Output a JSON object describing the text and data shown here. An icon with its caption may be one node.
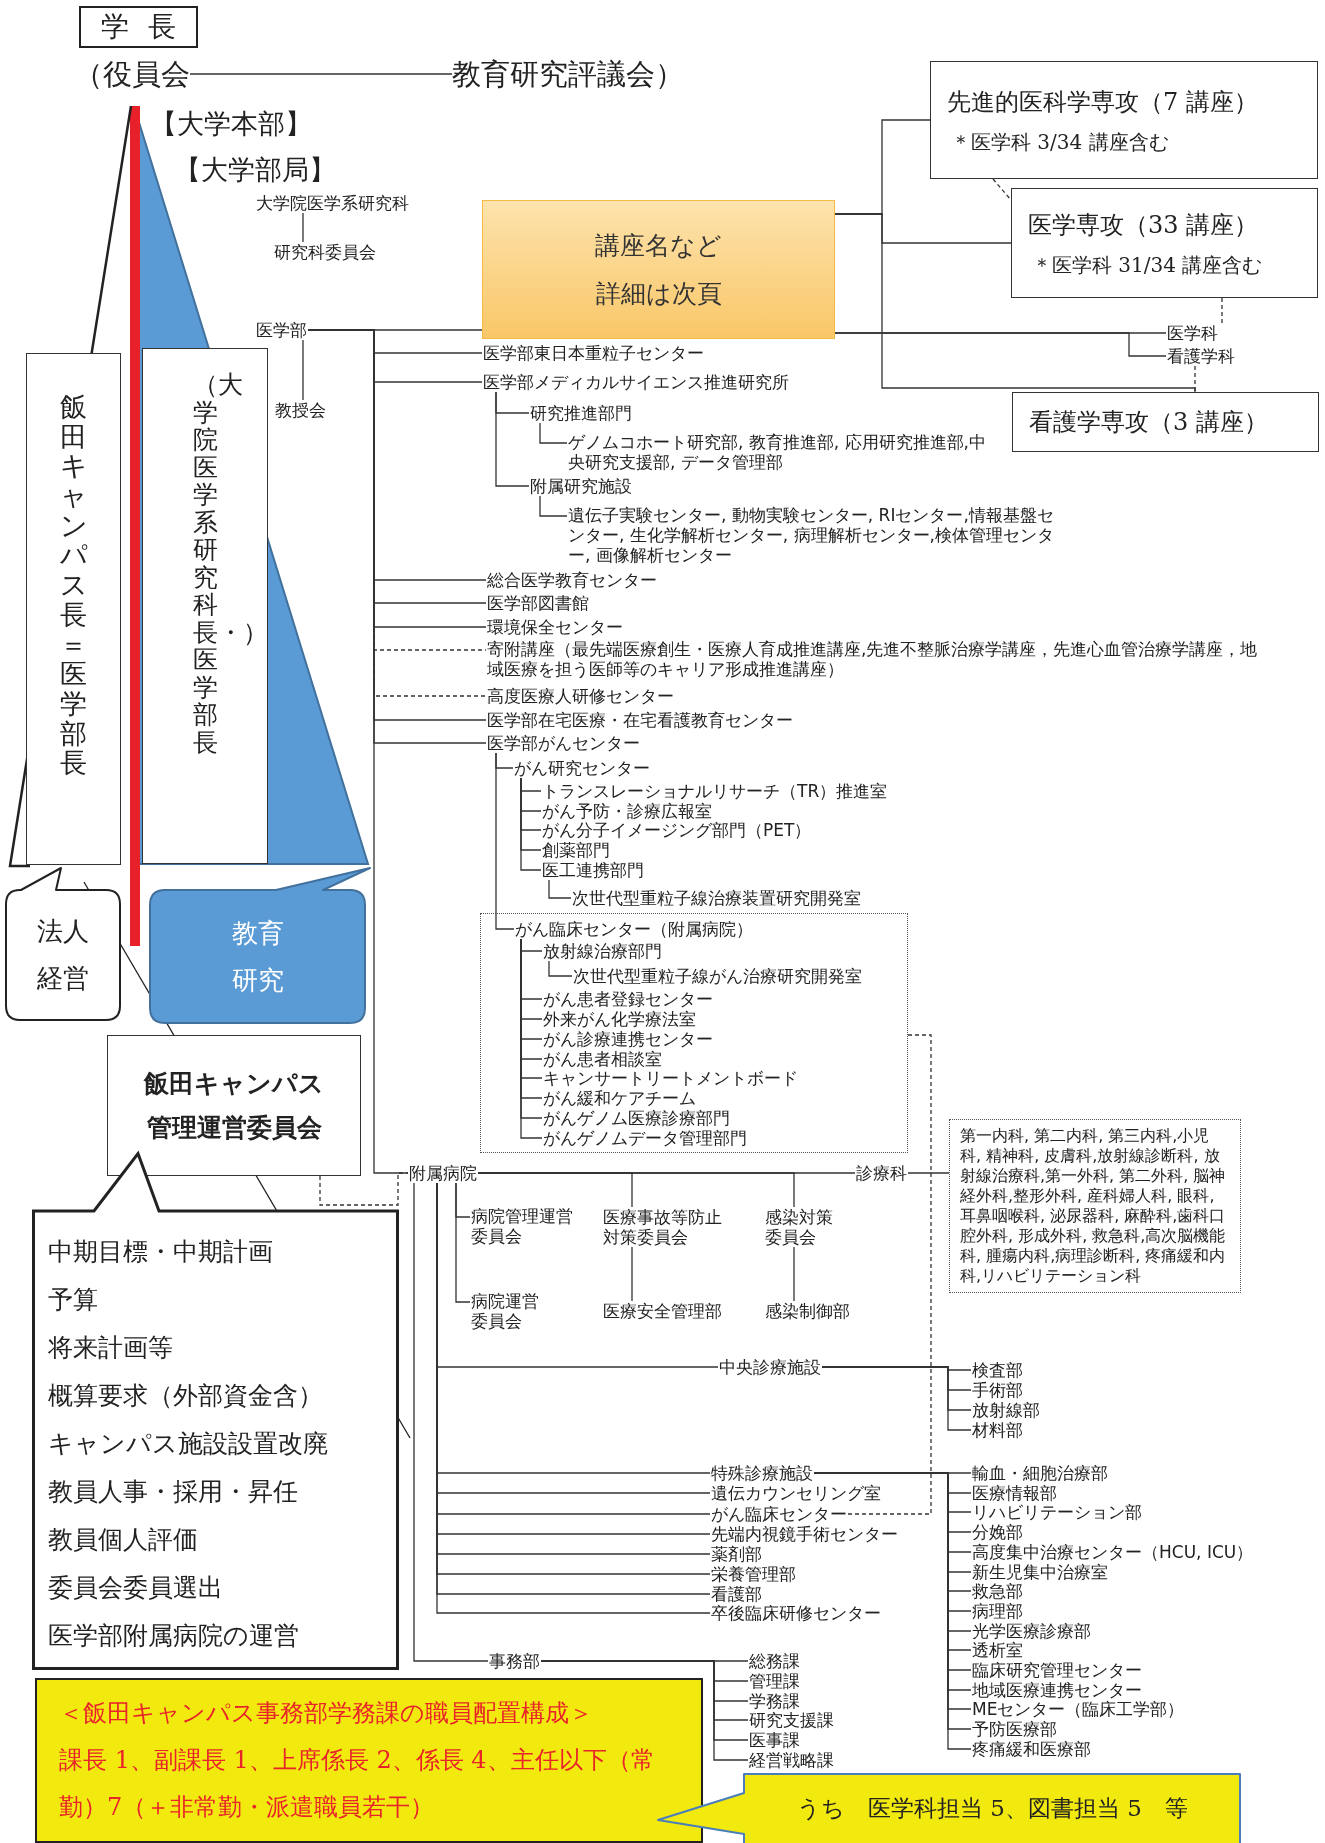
{
  "diagram": {
    "nodes": [
      {
        "text": [
          "学長"
        ]
      },
      {
        "text": [
          "（役員会"
        ]
      },
      {
        "text": [
          "教育研究評議会）"
        ]
      },
      {
        "text": [
          "飯田キャンパス長＝医学部長"
        ]
      },
      {
        "text": [
          "（大学院医学系研究科長・）医学部長"
        ]
      },
      {
        "text": [
          "法人経営"
        ]
      },
      {
        "text": [
          "教育研究"
        ]
      },
      {
        "text": [
          "飯田キャンパス管理運営委員会"
        ]
      },
      {
        "text": [
          "中期目標・中期計画",
          "予算",
          "将来計画等",
          "概算要求（外部資金含）",
          "キャンパス施設設置改廃",
          "教員人事・採用・昇任",
          "教員個人評価",
          "委員会委員選出",
          "医学部附属病院の運営"
        ]
      },
      {
        "text": [
          "大学院医学系研究科"
        ]
      },
      {
        "text": [
          "研究科委員会"
        ]
      },
      {
        "text": [
          "医学部"
        ]
      },
      {
        "text": [
          "教授会"
        ]
      },
      {
        "text": [
          "講座名など",
          "詳細は次頁"
        ]
      },
      {
        "text": [
          "先進的医科学専攻（7 講座）",
          "＊医学科 3/34 講座含む"
        ]
      },
      {
        "text": [
          "医学専攻（33 講座）",
          "＊医学科 31/34 講座含む"
        ]
      },
      {
        "text": [
          "医学科"
        ]
      },
      {
        "text": [
          "看護学科"
        ]
      },
      {
        "text": [
          "看護学専攻（3 講座）"
        ]
      },
      {
        "text": [
          "医学部東日本重粒子センター"
        ]
      },
      {
        "text": [
          "医学部メディカルサイエンス推進研究所"
        ]
      },
      {
        "text": [
          "研究推進部門"
        ]
      },
      {
        "text": [
          "ゲノムコホート研究部, 教育推進部, 応用研究推進部,中央研究支援部, データ管理部"
        ]
      },
      {
        "text": [
          "附属研究施設"
        ]
      },
      {
        "text": [
          "遺伝子実験センター, 動物実験センター, RIセンター,情報基盤センター, 生化学解析センター, 病理解析センター,検体管理センター, 画像解析センター"
        ]
      },
      {
        "text": [
          "総合医学教育センター"
        ]
      },
      {
        "text": [
          "医学部図書館"
        ]
      },
      {
        "text": [
          "環境保全センター"
        ]
      },
      {
        "text": [
          "寄附講座（最先端医療創生・医療人育成推進講座,先進不整脈治療学講座，先進心血管治療学講座，地域医療を担う医師等のキャリア形成推進講座）"
        ]
      },
      {
        "text": [
          "高度医療人研修センター"
        ]
      },
      {
        "text": [
          "医学部在宅医療・在宅看護教育センター"
        ]
      },
      {
        "text": [
          "医学部がんセンター"
        ]
      },
      {
        "text": [
          "がん研究センター"
        ]
      },
      {
        "text": [
          "トランスレーショナルリサーチ（TR）推進室"
        ]
      },
      {
        "text": [
          "がん予防・診療広報室"
        ]
      },
      {
        "text": [
          "がん分子イメージング部門（PET）"
        ]
      },
      {
        "text": [
          "創薬部門"
        ]
      },
      {
        "text": [
          "医工連携部門"
        ]
      },
      {
        "text": [
          "次世代型重粒子線治療装置研究開発室"
        ]
      },
      {
        "text": [],
        "shape": "box"
      },
      {
        "text": [
          "がん臨床センター（附属病院）"
        ],
        "in": 39
      },
      {
        "text": [
          "放射線治療部門"
        ],
        "in": 39
      },
      {
        "text": [
          "次世代型重粒子線がん治療研究開発室"
        ],
        "in": 39
      },
      {
        "text": [
          "がん患者登録センター"
        ],
        "in": 39
      },
      {
        "text": [
          "外来がん化学療法室"
        ],
        "in": 39
      },
      {
        "text": [
          "がん診療連携センター"
        ],
        "in": 39
      },
      {
        "text": [
          "がん患者相談室"
        ],
        "in": 39
      },
      {
        "text": [
          "キャンサートリートメントボード"
        ],
        "in": 39
      },
      {
        "text": [
          "がん緩和ケアチーム"
        ],
        "in": 39
      },
      {
        "text": [
          "がんゲノム医療診療部門"
        ],
        "in": 39
      },
      {
        "text": [
          "がんゲノムデータ管理部門"
        ],
        "in": 39
      },
      {
        "text": [
          "附属病院"
        ]
      },
      {
        "text": [
          "診療科"
        ]
      },
      {
        "text": [
          "第一内科, 第二内科, 第三内科,小児科, 精神科, 皮膚科,放射線診断科, 放射線治療科,第一外科, 第二外科, 脳神経外科,整形外科, 産科婦人科, 眼科,耳鼻咽喉科, 泌尿器科, 麻酔科,歯科口腔外科, 形成外科, 救急科,高次脳機能科, 腫瘍内科,病理診断科, 疼痛緩和内科,リハビリテーション科"
        ]
      },
      {
        "text": [
          "病院管理運営委員会"
        ]
      },
      {
        "text": [
          "医療事故等防止対策委員会"
        ]
      },
      {
        "text": [
          "感染対策委員会"
        ]
      },
      {
        "text": [
          "病院運営委員会"
        ]
      },
      {
        "text": [
          "医療安全管理部"
        ]
      },
      {
        "text": [
          "感染制御部"
        ]
      },
      {
        "text": [
          "中央診療施設"
        ]
      },
      {
        "text": [
          "検査部"
        ]
      },
      {
        "text": [
          "手術部"
        ]
      },
      {
        "text": [
          "放射線部"
        ]
      },
      {
        "text": [
          "材料部"
        ]
      },
      {
        "text": [
          "特殊診療施設"
        ]
      },
      {
        "text": [
          "遺伝カウンセリング室"
        ]
      },
      {
        "text": [
          "がん臨床センター"
        ]
      },
      {
        "text": [
          "先端内視鏡手術センター"
        ]
      },
      {
        "text": [
          "薬剤部"
        ]
      },
      {
        "text": [
          "栄養管理部"
        ]
      },
      {
        "text": [
          "看護部"
        ]
      },
      {
        "text": [
          "卒後臨床研修センター"
        ]
      },
      {
        "text": [
          "輸血・細胞治療部"
        ]
      },
      {
        "text": [
          "医療情報部"
        ]
      },
      {
        "text": [
          "リハビリテーション部"
        ]
      },
      {
        "text": [
          "分娩部"
        ]
      },
      {
        "text": [
          "高度集中治療センター（HCU, ICU）"
        ]
      },
      {
        "text": [
          "新生児集中治療室"
        ]
      },
      {
        "text": [
          "救急部"
        ]
      },
      {
        "text": [
          "病理部"
        ]
      },
      {
        "text": [
          "光学医療診療部"
        ]
      },
      {
        "text": [
          "透析室"
        ]
      },
      {
        "text": [
          "臨床研究管理センター"
        ]
      },
      {
        "text": [
          "地域医療連携センター"
        ]
      },
      {
        "text": [
          "MEセンター（臨床工学部）"
        ]
      },
      {
        "text": [
          "予防医療部"
        ]
      },
      {
        "text": [
          "疼痛緩和医療部"
        ]
      },
      {
        "text": [
          "事務部"
        ]
      },
      {
        "text": [
          "総務課"
        ]
      },
      {
        "text": [
          "管理課"
        ]
      },
      {
        "text": [
          "学務課"
        ]
      },
      {
        "text": [
          "研究支援課"
        ]
      },
      {
        "text": [
          "医事課"
        ]
      },
      {
        "text": [
          "経営戦略課"
        ]
      },
      {
        "text": [
          "＜飯田キャンパス事務部学務課の職員配置構成＞",
          "課長 1、副課長 1、上席係長 2、係長 4、主任以下（常勤）7（＋非常勤・派遣職員若干）"
        ]
      },
      {
        "text": [
          "うち　医学科担当 5、図書担当 5　等"
        ]
      }
    ],
    "edges": [
      {
        "from": 1,
        "to": 2,
        "arrow": "none"
      },
      {
        "from": 9,
        "to": 10,
        "arrow": "none"
      },
      {
        "from": 11,
        "to": 12,
        "arrow": "none"
      },
      {
        "from": 11,
        "to": 13,
        "arrow": "none"
      },
      {
        "from": 13,
        "to": 14,
        "arrow": "none"
      },
      {
        "from": 13,
        "to": 15,
        "arrow": "none"
      },
      {
        "from": 13,
        "to": 18,
        "arrow": "none"
      },
      {
        "from": 13,
        "to": 16,
        "arrow": "none"
      },
      {
        "from": 13,
        "to": 17,
        "arrow": "none"
      },
      {
        "from": 17,
        "to": 18,
        "arrow": "none",
        "style": "dashed"
      },
      {
        "from": 16,
        "to": 15,
        "arrow": "none",
        "style": "dashed"
      },
      {
        "from": 14,
        "to": 15,
        "arrow": "none",
        "style": "dashed"
      },
      {
        "from": 11,
        "to": 19,
        "arrow": "none"
      },
      {
        "from": 11,
        "to": 20,
        "arrow": "none"
      },
      {
        "from": 11,
        "to": 25,
        "arrow": "none"
      },
      {
        "from": 11,
        "to": 26,
        "arrow": "none"
      },
      {
        "from": 11,
        "to": 27,
        "arrow": "none"
      },
      {
        "from": 11,
        "to": 28,
        "arrow": "none",
        "style": "dashed"
      },
      {
        "from": 11,
        "to": 29,
        "arrow": "none",
        "style": "dashed"
      },
      {
        "from": 11,
        "to": 30,
        "arrow": "none"
      },
      {
        "from": 11,
        "to": 31,
        "arrow": "none"
      },
      {
        "from": 11,
        "to": 51,
        "arrow": "none"
      },
      {
        "from": 20,
        "to": 21,
        "arrow": "none"
      },
      {
        "from": 20,
        "to": 23,
        "arrow": "none"
      },
      {
        "from": 21,
        "to": 22,
        "arrow": "none"
      },
      {
        "from": 23,
        "to": 24,
        "arrow": "none"
      },
      {
        "from": 31,
        "to": 32,
        "arrow": "none"
      },
      {
        "from": 31,
        "to": 40,
        "arrow": "none"
      },
      {
        "from": 32,
        "to": 33,
        "arrow": "none"
      },
      {
        "from": 32,
        "to": 34,
        "arrow": "none"
      },
      {
        "from": 32,
        "to": 35,
        "arrow": "none"
      },
      {
        "from": 32,
        "to": 36,
        "arrow": "none"
      },
      {
        "from": 32,
        "to": 37,
        "arrow": "none"
      },
      {
        "from": 37,
        "to": 38,
        "arrow": "none"
      },
      {
        "from": 40,
        "to": 41,
        "arrow": "none"
      },
      {
        "from": 40,
        "to": 43,
        "arrow": "none"
      },
      {
        "from": 40,
        "to": 44,
        "arrow": "none"
      },
      {
        "from": 40,
        "to": 45,
        "arrow": "none"
      },
      {
        "from": 40,
        "to": 46,
        "arrow": "none"
      },
      {
        "from": 40,
        "to": 47,
        "arrow": "none"
      },
      {
        "from": 40,
        "to": 48,
        "arrow": "none"
      },
      {
        "from": 40,
        "to": 49,
        "arrow": "none"
      },
      {
        "from": 40,
        "to": 50,
        "arrow": "none"
      },
      {
        "from": 41,
        "to": 42,
        "arrow": "none"
      },
      {
        "from": 39,
        "to": 67,
        "arrow": "none",
        "style": "dashed"
      },
      {
        "from": 51,
        "to": 52,
        "arrow": "none"
      },
      {
        "from": 52,
        "to": 53,
        "arrow": "none"
      },
      {
        "from": 51,
        "to": 55,
        "arrow": "none"
      },
      {
        "from": 51,
        "to": 56,
        "arrow": "none"
      },
      {
        "from": 55,
        "to": 58,
        "arrow": "none"
      },
      {
        "from": 56,
        "to": 59,
        "arrow": "none"
      },
      {
        "from": 51,
        "to": 54,
        "arrow": "none"
      },
      {
        "from": 51,
        "to": 57,
        "arrow": "none"
      },
      {
        "from": 51,
        "to": 60,
        "arrow": "none"
      },
      {
        "from": 51,
        "to": 65,
        "arrow": "none"
      },
      {
        "from": 51,
        "to": 66,
        "arrow": "none"
      },
      {
        "from": 51,
        "to": 67,
        "arrow": "none"
      },
      {
        "from": 51,
        "to": 68,
        "arrow": "none"
      },
      {
        "from": 51,
        "to": 69,
        "arrow": "none"
      },
      {
        "from": 51,
        "to": 70,
        "arrow": "none"
      },
      {
        "from": 51,
        "to": 71,
        "arrow": "none"
      },
      {
        "from": 51,
        "to": 72,
        "arrow": "none"
      },
      {
        "from": 51,
        "to": 88,
        "arrow": "none"
      },
      {
        "from": 60,
        "to": 61,
        "arrow": "none"
      },
      {
        "from": 60,
        "to": 62,
        "arrow": "none"
      },
      {
        "from": 60,
        "to": 63,
        "arrow": "none"
      },
      {
        "from": 60,
        "to": 64,
        "arrow": "none"
      },
      {
        "from": 65,
        "to": 73,
        "arrow": "none"
      },
      {
        "from": 65,
        "to": 74,
        "arrow": "none"
      },
      {
        "from": 65,
        "to": 75,
        "arrow": "none"
      },
      {
        "from": 65,
        "to": 76,
        "arrow": "none"
      },
      {
        "from": 65,
        "to": 77,
        "arrow": "none"
      },
      {
        "from": 65,
        "to": 78,
        "arrow": "none"
      },
      {
        "from": 65,
        "to": 79,
        "arrow": "none"
      },
      {
        "from": 65,
        "to": 80,
        "arrow": "none"
      },
      {
        "from": 65,
        "to": 81,
        "arrow": "none"
      },
      {
        "from": 65,
        "to": 82,
        "arrow": "none"
      },
      {
        "from": 65,
        "to": 83,
        "arrow": "none"
      },
      {
        "from": 65,
        "to": 84,
        "arrow": "none"
      },
      {
        "from": 65,
        "to": 85,
        "arrow": "none"
      },
      {
        "from": 65,
        "to": 86,
        "arrow": "none"
      },
      {
        "from": 65,
        "to": 87,
        "arrow": "none"
      },
      {
        "from": 88,
        "to": 89,
        "arrow": "none"
      },
      {
        "from": 88,
        "to": 90,
        "arrow": "none"
      },
      {
        "from": 88,
        "to": 91,
        "arrow": "none"
      },
      {
        "from": 88,
        "to": 92,
        "arrow": "none"
      },
      {
        "from": 88,
        "to": 93,
        "arrow": "none"
      },
      {
        "from": 88,
        "to": 94,
        "arrow": "none"
      },
      {
        "from": 7,
        "to": 51,
        "arrow": "none",
        "style": "dashed"
      }
    ],
    "labels": [
      "【大学本部】",
      "【大学部局】"
    ]
  }
}
